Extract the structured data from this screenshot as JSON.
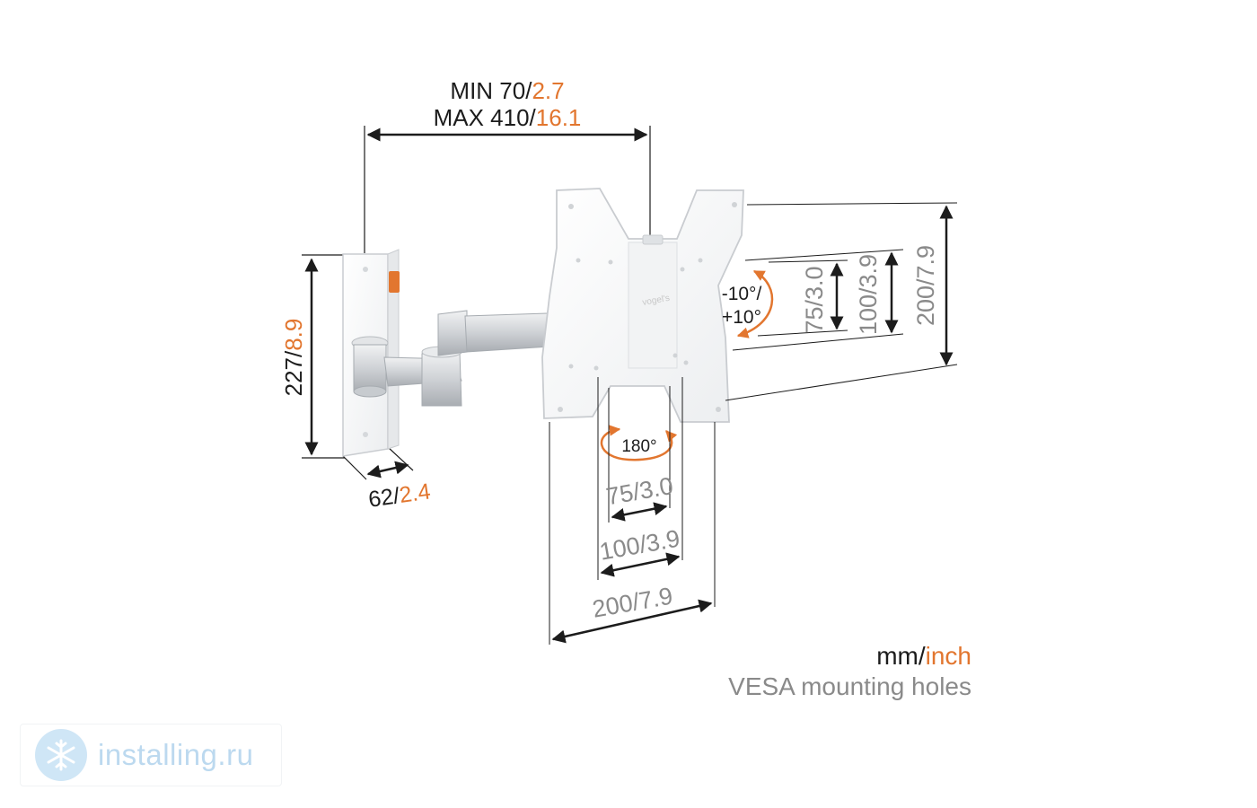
{
  "arm_length": {
    "min_prefix": "MIN 70/",
    "min_inch": "2.7",
    "max_prefix": "MAX 410/",
    "max_inch": "16.1"
  },
  "height": {
    "mm": "227/",
    "inch": "8.9"
  },
  "depth": {
    "mm": "62/",
    "inch": "2.4"
  },
  "tilt": {
    "line1": "-10°/",
    "line2": "+10°"
  },
  "rotation": {
    "label": "180°"
  },
  "vesa_vertical": [
    "75/3.0",
    "100/3.9",
    "200/7.9"
  ],
  "vesa_horizontal": [
    "75/3.0",
    "100/3.9",
    "200/7.9"
  ],
  "units": {
    "mm": "mm/",
    "inch": "inch"
  },
  "caption": "VESA mounting holes",
  "watermark": {
    "text": "installing.ru",
    "icon": "snowflake-icon"
  },
  "colors": {
    "accent": "#e2762f",
    "dark": "#1c1c1c",
    "gray": "#8a8a8a",
    "watermark": "#bcd9ef"
  }
}
